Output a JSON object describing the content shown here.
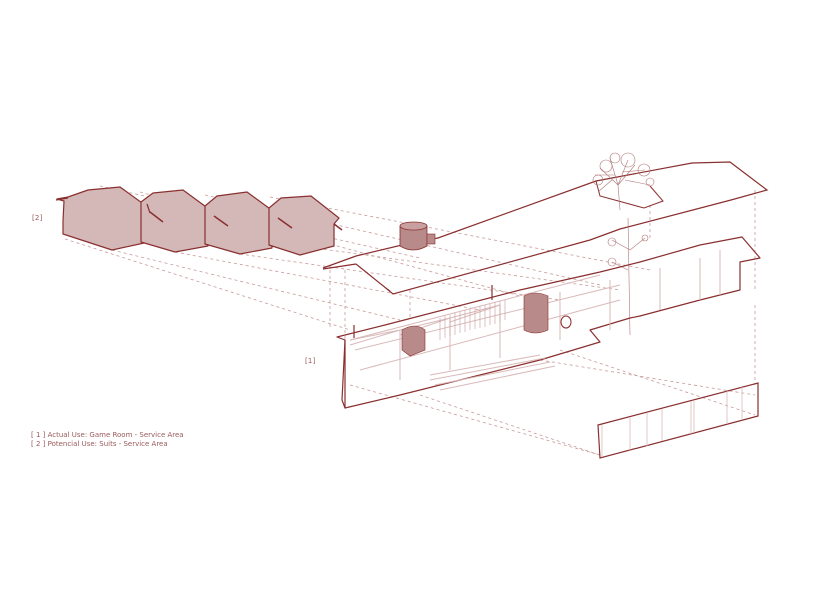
{
  "colors": {
    "line": "#8a2f2f",
    "fill": "#d4b8b8",
    "fill_dark": "#b98a8a",
    "dashed": "#c99a9a",
    "thin": "#d9b9b9",
    "text": "#9a5a5a",
    "background": "#ffffff"
  },
  "labels": {
    "module_2": "[2]",
    "module_1": "[1]"
  },
  "legend": {
    "items": [
      "[ 1 ] Actual Use: Game Room - Service Area",
      "[ 2 ] Potencial Use: Suits - Service Area"
    ]
  },
  "diagram": {
    "type": "exploded axonometric",
    "components": [
      "roof",
      "structure",
      "floor-slab",
      "foundation-base",
      "modular-units"
    ],
    "modular_units_count": 4
  }
}
